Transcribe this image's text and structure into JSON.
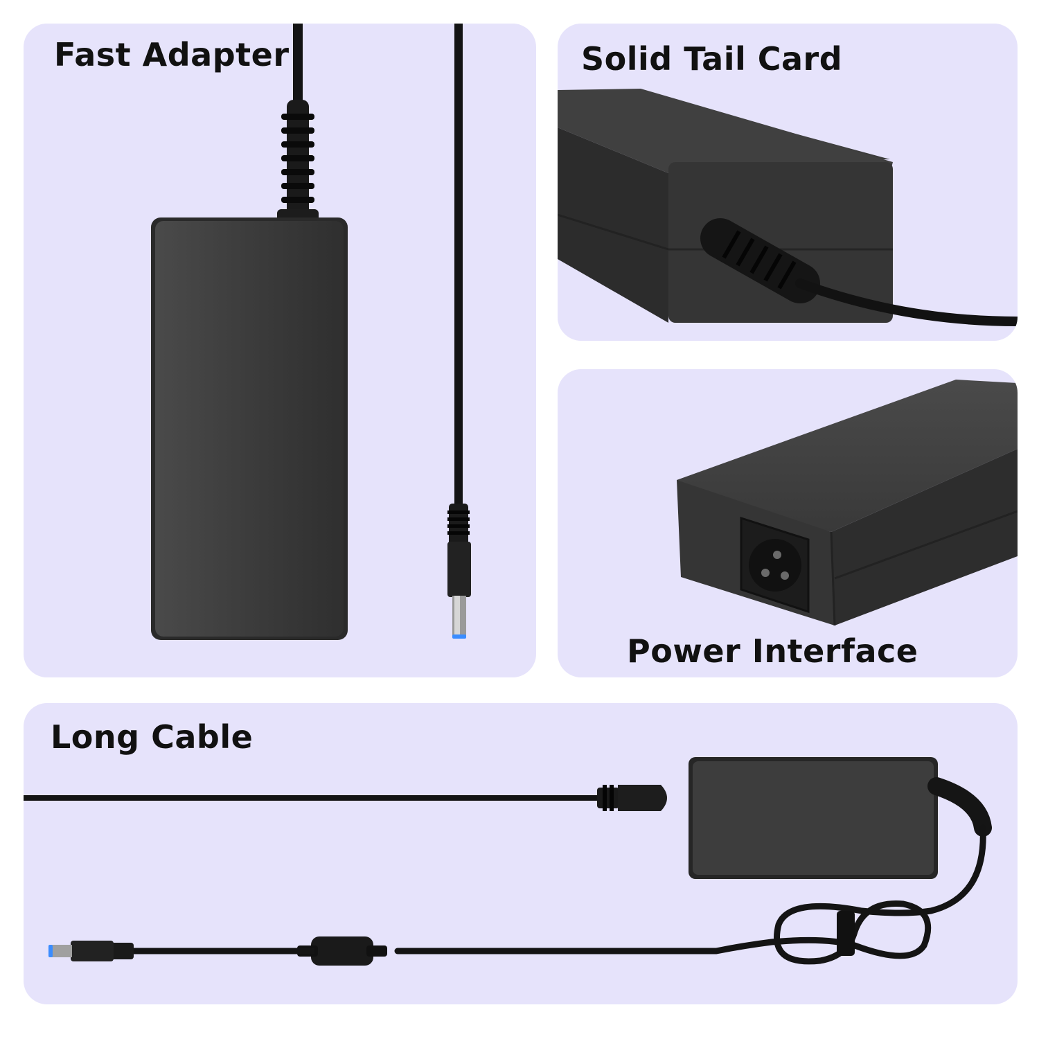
{
  "panels": {
    "fast_adapter": {
      "label": "Fast Adapter"
    },
    "solid_tail_card": {
      "label": "Solid Tail Card"
    },
    "power_interface": {
      "label": "Power Interface"
    },
    "long_cable": {
      "label": "Long Cable"
    }
  },
  "colors": {
    "panel_background": "#e6e3fb",
    "adapter_body": "#3d3d3d",
    "cable": "#111111",
    "tip_accent": "#3a8cff"
  },
  "icons": [
    "power-adapter-icon",
    "dc-plug-icon",
    "ac-socket-icon",
    "ac-plug-icon",
    "ferrite-core-icon"
  ]
}
